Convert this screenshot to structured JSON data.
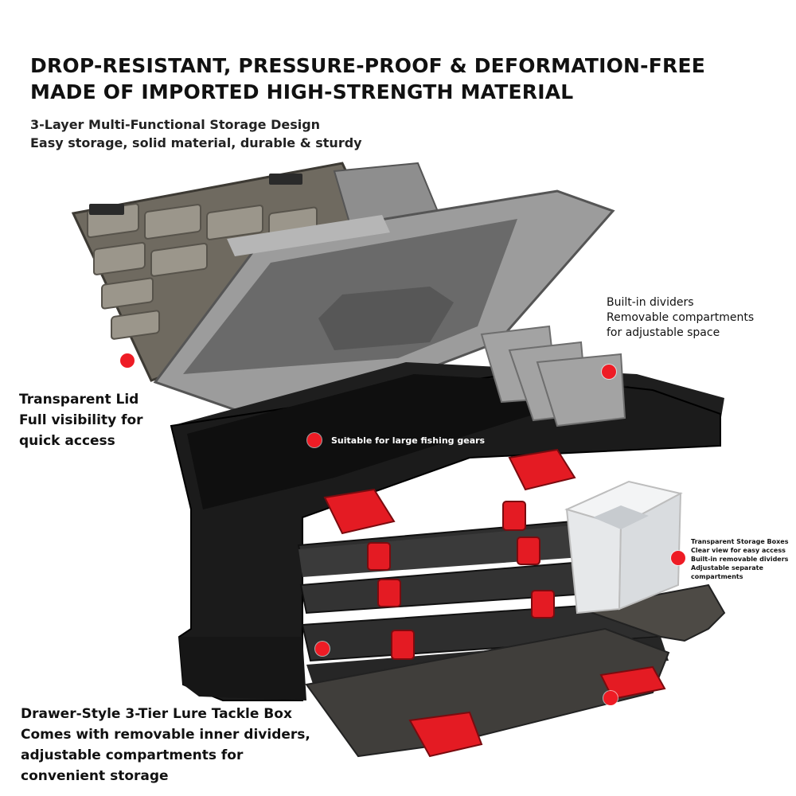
{
  "headline": {
    "line1": "DROP-RESISTANT, PRESSURE-PROOF & DEFORMATION-FREE",
    "line2": "MADE OF IMPORTED HIGH-STRENGTH MATERIAL"
  },
  "subheadline": {
    "line1": "3-Layer Multi-Functional Storage Design",
    "line2": "Easy storage, solid material, durable & sturdy"
  },
  "callouts": {
    "transparent_lid": [
      "Transparent Lid",
      "Full visibility for",
      "quick access"
    ],
    "dividers": [
      "Built-in dividers",
      "Removable compartments",
      "for adjustable space"
    ],
    "large_gear": [
      "Suitable for large fishing gears"
    ],
    "storage_boxes": [
      "Transparent Storage Boxes",
      "Clear view for easy access",
      "Built-in removable dividers",
      "Adjustable separate",
      "compartments"
    ],
    "drawer": [
      "Drawer-Style 3-Tier Lure Tackle Box",
      "Comes with removable inner dividers,",
      "adjustable compartments for",
      "convenient storage"
    ]
  },
  "colors": {
    "accent_red": "#ee1c25",
    "box_black": "#1b1b1b",
    "lid_gray": "#8e8e8e",
    "smoke_lid": "#6f6a60"
  }
}
